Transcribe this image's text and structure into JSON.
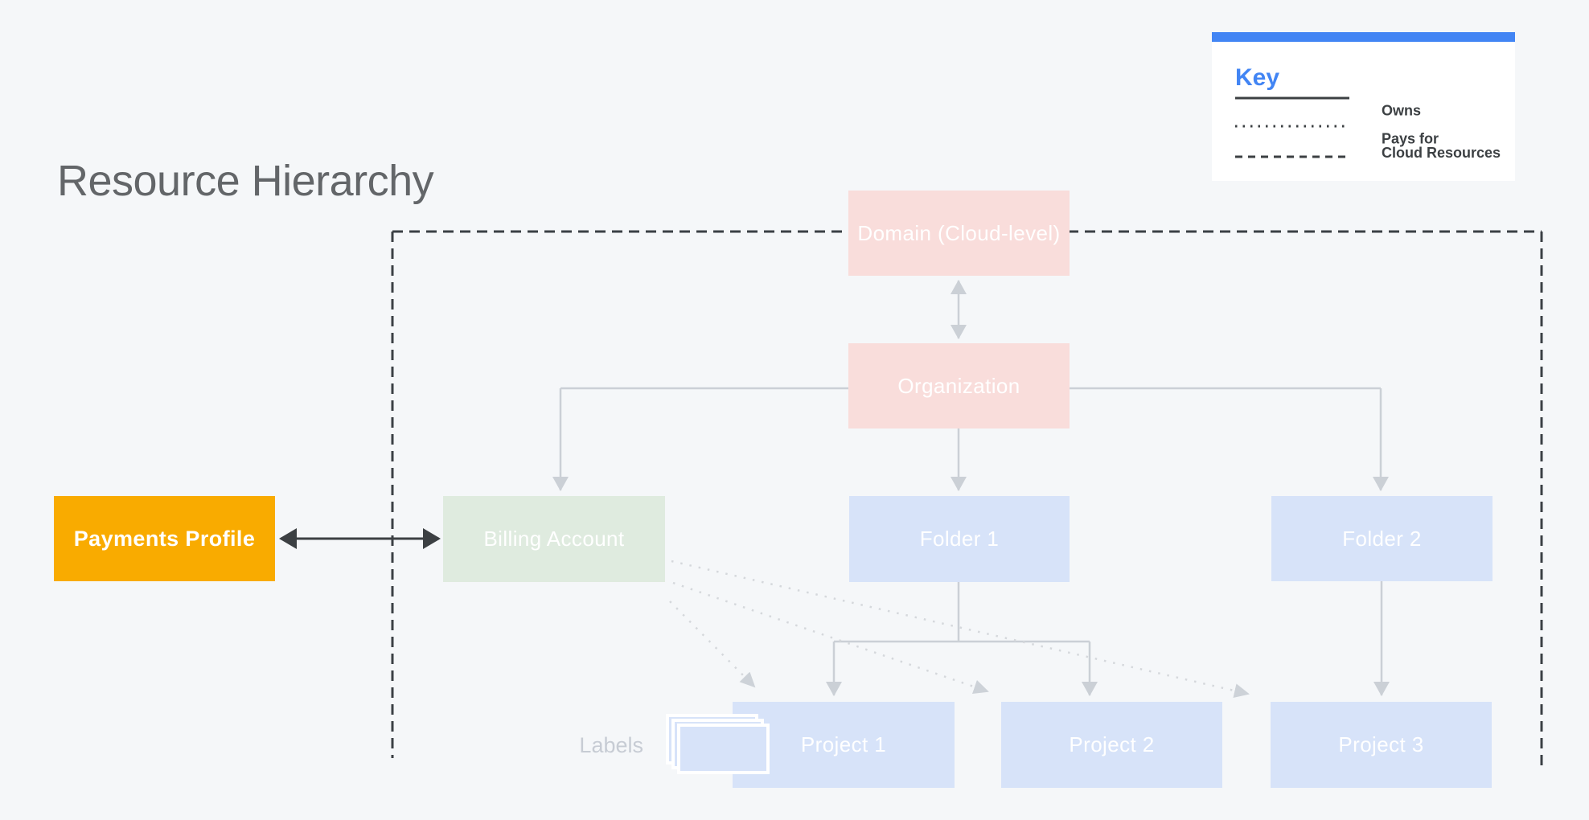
{
  "title": "Resource Hierarchy",
  "key": {
    "heading": "Key",
    "items": [
      {
        "style": "solid",
        "label": "Owns"
      },
      {
        "style": "dotted",
        "label": "Pays for"
      },
      {
        "style": "dashed",
        "label": "Cloud Resources"
      }
    ]
  },
  "nodes": {
    "domain": {
      "label": "Domain (Cloud-level)",
      "color": "#f9dddb"
    },
    "organization": {
      "label": "Organization",
      "color": "#f9dddb"
    },
    "billing_account": {
      "label": "Billing Account",
      "color": "#dfebdf"
    },
    "folder1": {
      "label": "Folder 1",
      "color": "#d7e3f9"
    },
    "folder2": {
      "label": "Folder 2",
      "color": "#d7e3f9"
    },
    "project1": {
      "label": "Project 1",
      "color": "#d7e3f9"
    },
    "project2": {
      "label": "Project 2",
      "color": "#d7e3f9"
    },
    "project3": {
      "label": "Project 3",
      "color": "#d7e3f9"
    },
    "payments_profile": {
      "label": "Payments Profile",
      "color": "#f9ab00"
    }
  },
  "annotations": {
    "labels": "Labels"
  },
  "colors": {
    "background": "#f5f7f9",
    "accent_blue": "#4285f4",
    "dark_line": "#3c4043",
    "light_line": "#cbd0d6",
    "dotted_line": "#d5d8dc",
    "node_text": "#ffffff",
    "title_text": "#636669",
    "labels_text": "#c7ccd4"
  }
}
